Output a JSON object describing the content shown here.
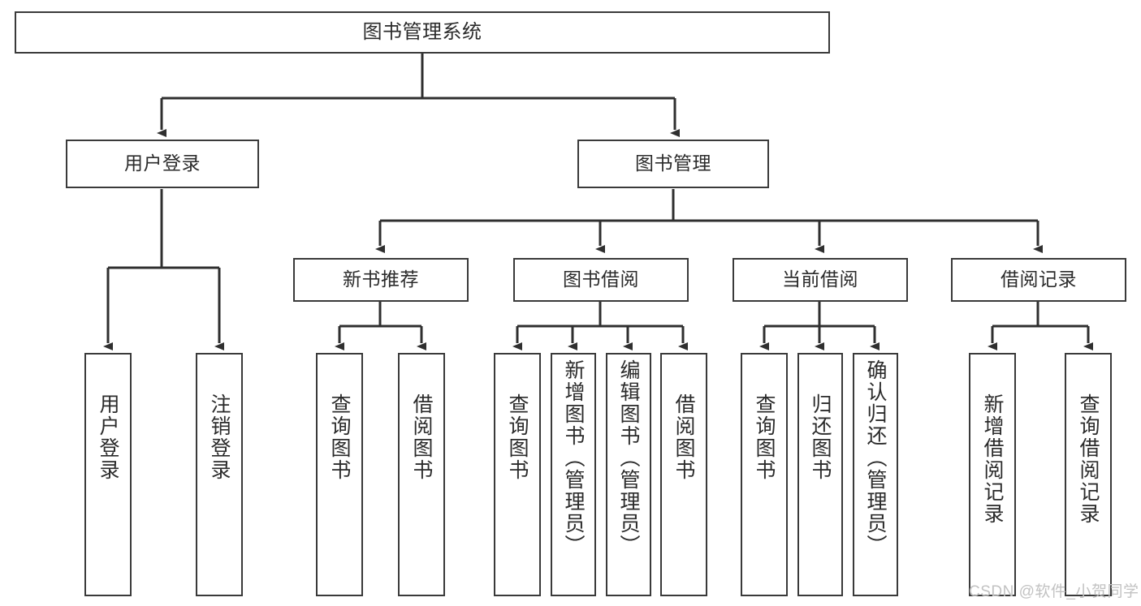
{
  "diagram": {
    "title": "图书管理系统",
    "watermark": "CSDN @软件_小贺同学",
    "colors": {
      "box_border": "#3a3a3a",
      "box_fill": "#ffffff",
      "text": "#2b2b2b",
      "connector": "#2f2f2f",
      "watermark": "#c2c2c2",
      "background": "#ffffff"
    },
    "levels": {
      "root": {
        "label": "图书管理系统"
      },
      "level2": [
        {
          "label": "用户登录"
        },
        {
          "label": "图书管理"
        }
      ],
      "level3": [
        {
          "label": "新书推荐"
        },
        {
          "label": "图书借阅"
        },
        {
          "label": "当前借阅"
        },
        {
          "label": "借阅记录"
        }
      ],
      "leaves": {
        "user_login": [
          {
            "label": "用户登录"
          },
          {
            "label": "注销登录"
          }
        ],
        "new_book_recommend": [
          {
            "label": "查询图书"
          },
          {
            "label": "借阅图书"
          }
        ],
        "book_borrow": [
          {
            "label": "查询图书"
          },
          {
            "label": "新增图书（管理员）"
          },
          {
            "label": "编辑图书（管理员）"
          },
          {
            "label": "借阅图书"
          }
        ],
        "current_borrow": [
          {
            "label": "查询图书"
          },
          {
            "label": "归还图书"
          },
          {
            "label": "确认归还（管理员）"
          }
        ],
        "borrow_record": [
          {
            "label": "新增借阅记录"
          },
          {
            "label": "查询借阅记录"
          }
        ]
      }
    }
  }
}
